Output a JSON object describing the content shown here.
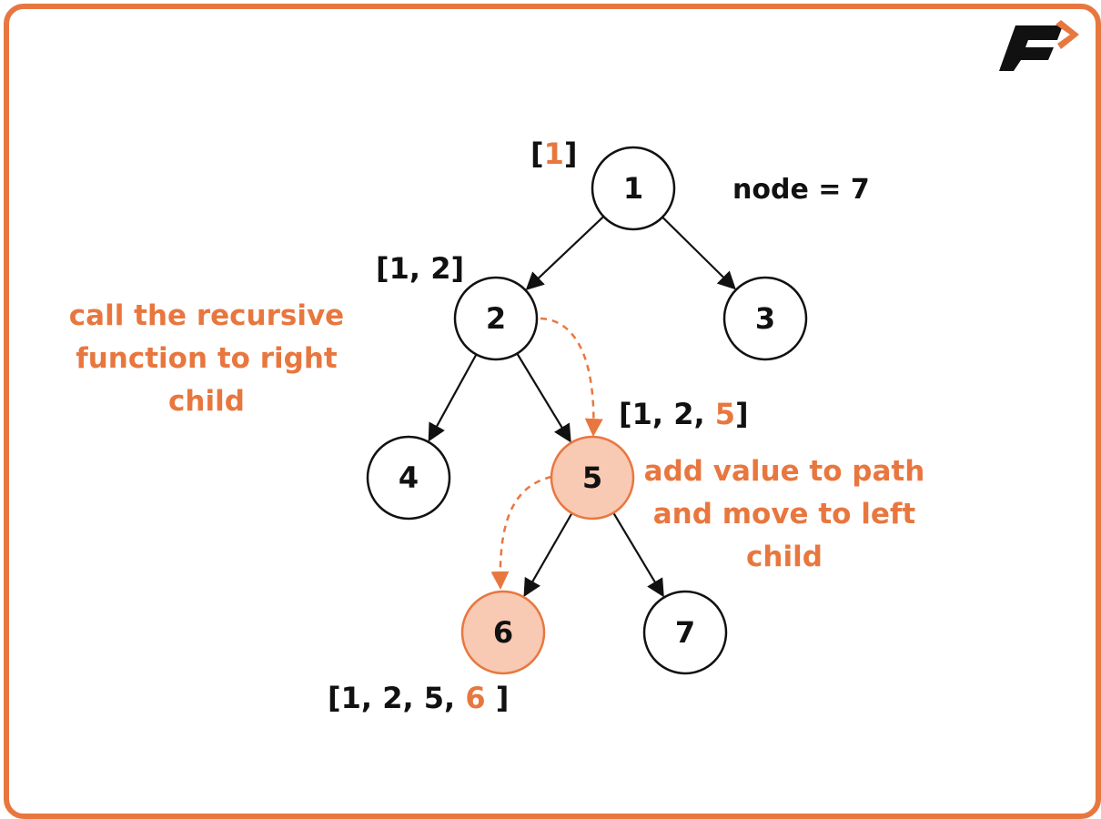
{
  "colors": {
    "accent": "#e8773f",
    "highlight_fill": "#f8c9b3",
    "stroke": "#111111",
    "background": "#ffffff"
  },
  "logo": {
    "icon": "f-arrow-logo"
  },
  "target_label": "node = 7",
  "nodes": [
    {
      "id": "1",
      "label": "1",
      "highlighted": false
    },
    {
      "id": "2",
      "label": "2",
      "highlighted": false
    },
    {
      "id": "3",
      "label": "3",
      "highlighted": false
    },
    {
      "id": "4",
      "label": "4",
      "highlighted": false
    },
    {
      "id": "5",
      "label": "5",
      "highlighted": true
    },
    {
      "id": "6",
      "label": "6",
      "highlighted": true
    },
    {
      "id": "7",
      "label": "7",
      "highlighted": false
    }
  ],
  "edges": [
    {
      "from": "1",
      "to": "2"
    },
    {
      "from": "1",
      "to": "3"
    },
    {
      "from": "2",
      "to": "4"
    },
    {
      "from": "2",
      "to": "5"
    },
    {
      "from": "5",
      "to": "6"
    },
    {
      "from": "5",
      "to": "7"
    }
  ],
  "traversal_arrows": [
    {
      "from": "2",
      "to": "5"
    },
    {
      "from": "5",
      "to": "6"
    }
  ],
  "paths": {
    "node1": {
      "open": "[",
      "values": "",
      "new": "1",
      "close": "]"
    },
    "node2": {
      "open": "[",
      "values": "1, 2",
      "new": "",
      "close": "]"
    },
    "node5": {
      "open": "[",
      "values": "1, 2, ",
      "new": "5",
      "close": "]"
    },
    "node6": {
      "open": "[",
      "values": "1, 2, 5, ",
      "new": "6",
      "close": " ]"
    }
  },
  "notes": {
    "recursive": [
      "call the recursive",
      "function to right",
      "child"
    ],
    "add_value": [
      "add value to path",
      "and move to left",
      "child"
    ]
  }
}
